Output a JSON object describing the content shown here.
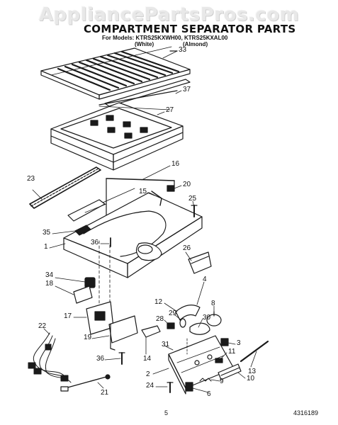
{
  "watermark": "AppliancePartsPros.com",
  "header": {
    "title": "COMPARTMENT SEPARATOR PARTS",
    "models": "For Models: KTRS25KXWH00, KTRS25KXAL00",
    "variants": [
      "(White)",
      "(Almond)"
    ]
  },
  "callouts": [
    "33",
    "37",
    "27",
    "16",
    "23",
    "20",
    "15",
    "25",
    "35",
    "1",
    "36",
    "26",
    "34",
    "18",
    "4",
    "12",
    "8",
    "28",
    "29",
    "30",
    "17",
    "22",
    "3",
    "19",
    "31",
    "11",
    "14",
    "36",
    "13",
    "2",
    "10",
    "24",
    "9",
    "6",
    "21"
  ],
  "footer": {
    "page_number": "5",
    "part_number": "4316189"
  }
}
